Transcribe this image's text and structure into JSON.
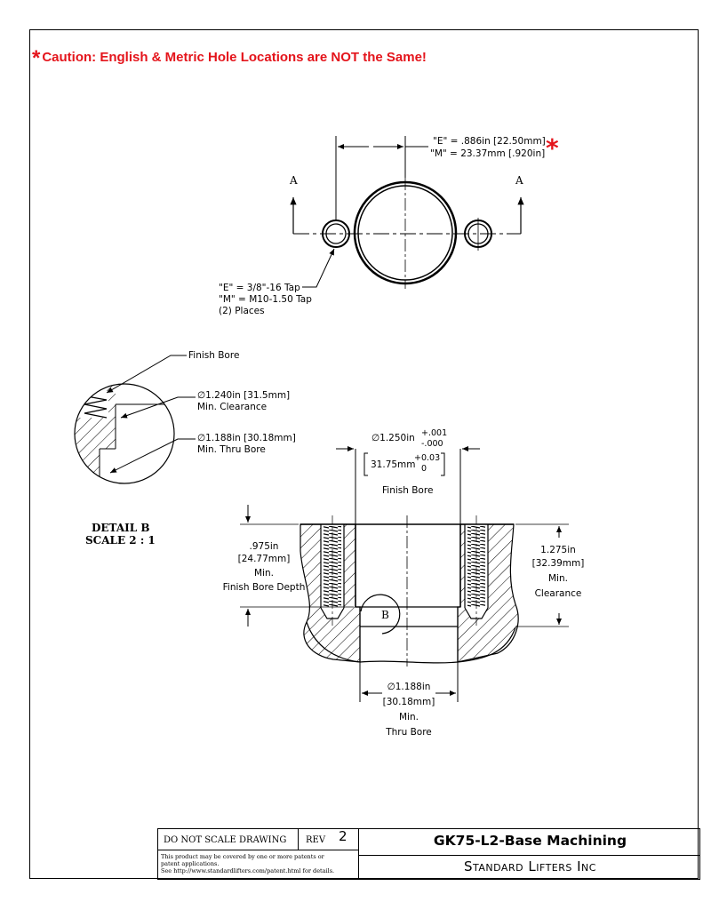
{
  "caution": {
    "star": "*",
    "text": "Caution: English & Metric Hole Locations are NOT the Same!"
  },
  "top_view": {
    "dim_line1": "\"E\" = .886in [22.50mm]",
    "dim_line2": "\"M\" = 23.37mm [.920in]",
    "section_left": "A",
    "section_right": "A",
    "tap_line1": "\"E\" = 3/8\"-16 Tap",
    "tap_line2": "\"M\" = M10-1.50 Tap",
    "tap_line3": "(2) Places"
  },
  "detail": {
    "finish_bore": "Finish Bore",
    "clearance_line1": "∅1.240in [31.5mm]",
    "clearance_line2": "Min. Clearance",
    "thru_line1": "∅1.188in [30.18mm]",
    "thru_line2": "Min. Thru Bore",
    "title_line1": "DETAIL B",
    "title_line2": "SCALE 2 : 1"
  },
  "section": {
    "bore_dia": "∅1.250in",
    "bore_tol_plus": "+.001",
    "bore_tol_minus": "-.000",
    "bore_metric": "31.75mm",
    "bore_metric_plus": "+0.03",
    "bore_metric_minus": "0",
    "bore_caption": "Finish Bore",
    "depth_line1": ".975in",
    "depth_line2": "[24.77mm]",
    "depth_line3": "Min.",
    "depth_line4": "Finish Bore Depth",
    "clear_line1": "1.275in",
    "clear_line2": "[32.39mm]",
    "clear_line3": "Min.",
    "clear_line4": "Clearance",
    "detail_marker": "B",
    "thru_line1": "∅1.188in",
    "thru_line2": "[30.18mm]",
    "thru_line3": "Min.",
    "thru_line4": "Thru Bore"
  },
  "title_block": {
    "do_not_scale": "DO NOT SCALE DRAWING",
    "rev_label": "REV",
    "rev_value": "2",
    "part_name": "GK75-L2-Base Machining",
    "company": "Standard Lifters Inc",
    "patent_line1": "This product may be covered by one or more patents or",
    "patent_line2": "patent applications.",
    "patent_line3": "See http://www.standardlifters.com/patent.html for details."
  },
  "colors": {
    "caution_red": "#e4141b"
  }
}
